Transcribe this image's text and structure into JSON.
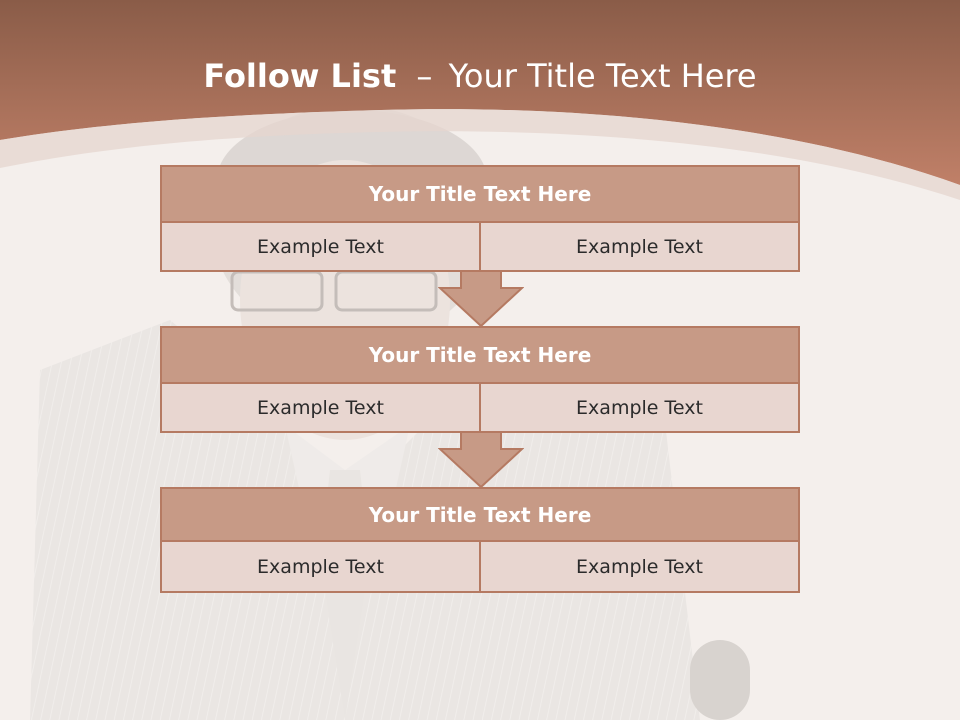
{
  "header": {
    "title_bold": "Follow List",
    "title_separator": "–",
    "title_rest": "Your Title Text Here"
  },
  "blocks": [
    {
      "title": "Your Title Text Here",
      "left_text": "Example Text",
      "right_text": "Example Text"
    },
    {
      "title": "Your Title Text Here",
      "left_text": "Example Text",
      "right_text": "Example Text"
    },
    {
      "title": "Your Title Text Here",
      "left_text": "Example Text",
      "right_text": "Example Text"
    }
  ],
  "colors": {
    "header_top": "#8a5c48",
    "header_bottom": "#c08068",
    "block_title_bg": "#c79a86",
    "block_cell_bg": "#e8d6d0",
    "border": "#b57a62"
  },
  "icons": {
    "connector": "down-arrow-icon"
  }
}
